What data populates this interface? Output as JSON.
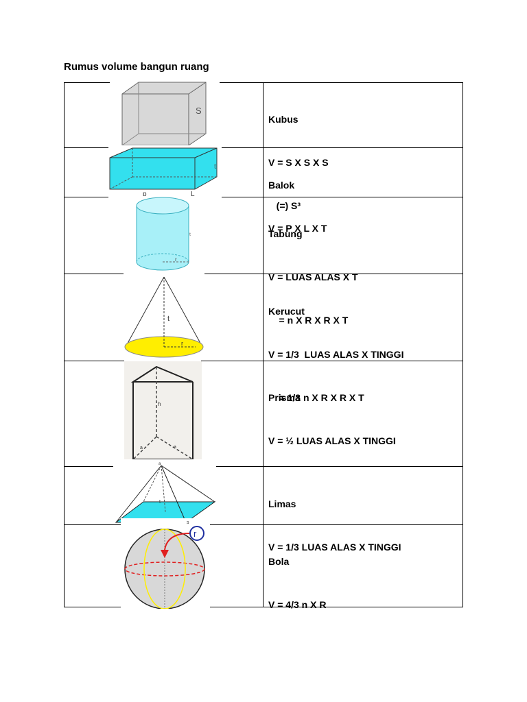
{
  "document": {
    "title": "Rumus volume bangun ruang"
  },
  "rows": [
    {
      "name": "Kubus",
      "lines": [
        "V = S X S X S",
        "   (=) S³"
      ],
      "figure_labels": [
        "S"
      ]
    },
    {
      "name": "Balok",
      "lines": [
        "V = P X L X T"
      ],
      "figure_labels": [
        "t",
        "p",
        "L"
      ]
    },
    {
      "name": "Tabung",
      "lines": [
        "V = LUAS ALAS X T",
        "    = n X R X R X T"
      ],
      "figure_labels": [
        "t",
        "r"
      ]
    },
    {
      "name": "Kerucut",
      "lines": [
        "V = 1/3  LUAS ALAS X TINGGI",
        "    = 1/3 n X R X R X T"
      ],
      "figure_labels": [
        "t",
        "r"
      ]
    },
    {
      "name": "Prisma",
      "lines": [
        "V = ½ LUAS ALAS X TINGGI"
      ],
      "figure_labels": [
        "h",
        "a",
        "a"
      ]
    },
    {
      "name": "Limas",
      "lines": [
        "V = 1/3 LUAS ALAS X TINGGI"
      ],
      "figure_labels": [
        "a",
        "t"
      ]
    },
    {
      "name": "Bola",
      "lines": [
        "V = 4/3 n X R"
      ],
      "figure_labels": [
        "r",
        "s"
      ]
    }
  ],
  "colors": {
    "cyan": "#33e0ee",
    "yellow": "#ffee00",
    "red": "#e02020",
    "gray": "#d8d8d8"
  }
}
